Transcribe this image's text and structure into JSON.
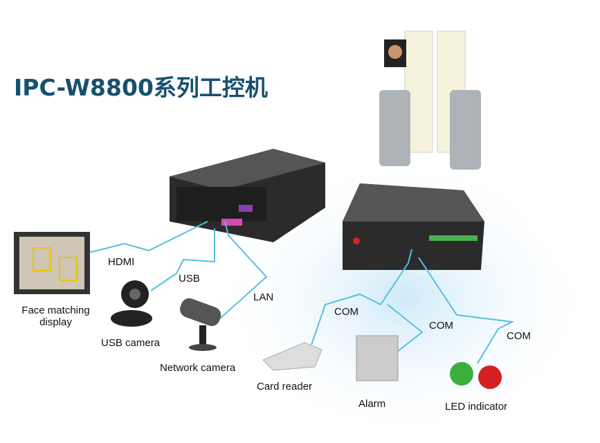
{
  "title": "IPC-W8800系列工控机",
  "labels": {
    "hdmi": "HDMI",
    "usb": "USB",
    "lan": "LAN",
    "com1": "COM",
    "com2": "COM",
    "com3": "COM",
    "face_display": "Face matching display",
    "usb_camera": "USB camera",
    "network_camera": "Network camera",
    "card_reader": "Card reader",
    "alarm": "Alarm",
    "led": "LED indicator"
  },
  "colors": {
    "title": "#17506f",
    "line": "#55bfe0"
  }
}
